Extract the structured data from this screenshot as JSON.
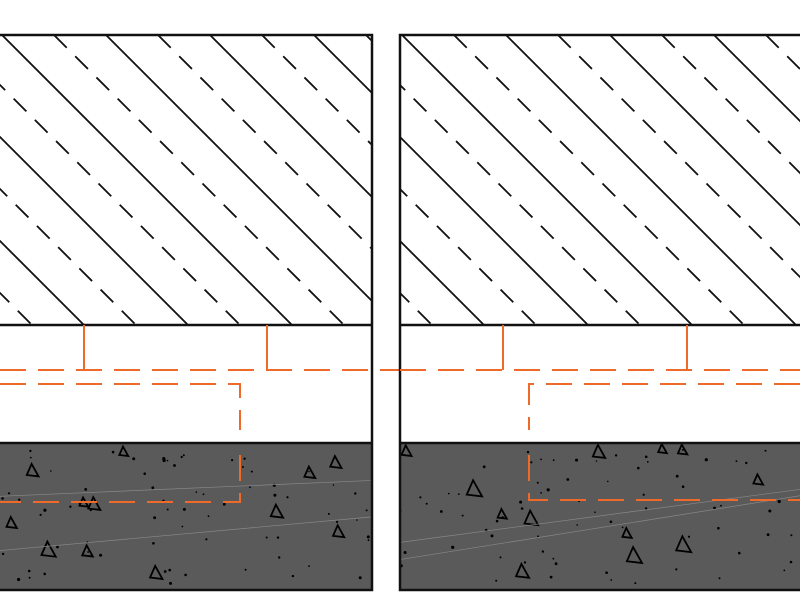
{
  "diagram": {
    "kind": "architectural-section-detail",
    "panels": [
      {
        "id": "left",
        "side": "left"
      },
      {
        "id": "right",
        "side": "right"
      }
    ],
    "layers": [
      {
        "name": "upper-hatched-material",
        "hatch": "diagonal-solid-and-dashed"
      },
      {
        "name": "gap-layer",
        "fill": "none"
      },
      {
        "name": "concrete-base",
        "fill": "speckled-concrete"
      }
    ],
    "colors": {
      "outline": "#111111",
      "hatch": "#111111",
      "accent": "#ee6a2a",
      "concrete": "#5a5a5a",
      "concrete_speck": "#000000",
      "background": "#ffffff"
    }
  }
}
